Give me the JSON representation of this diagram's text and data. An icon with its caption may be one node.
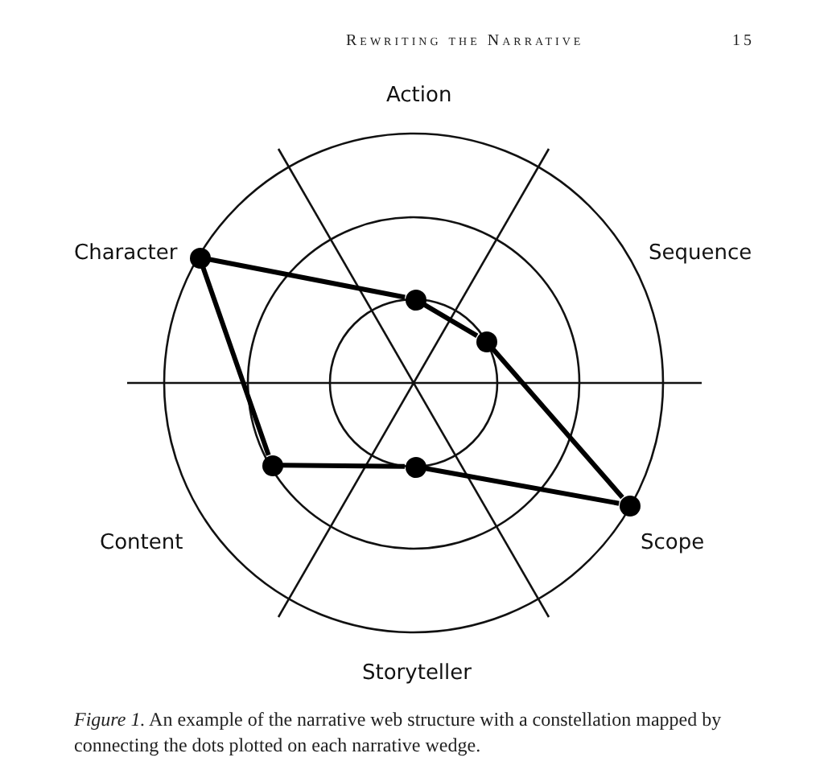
{
  "diagram": {
    "caption": "*Figure 1.* An example of the narrative web structure with a constellation mapped by connecting the dots plotted on each narrative wedge.",
    "nodes": [
      {
        "text": [],
        "shape": "circle"
      },
      {
        "text": [],
        "shape": "circle"
      },
      {
        "text": [],
        "shape": "circle"
      },
      {
        "text": [],
        "shape": "circle"
      },
      {
        "text": [],
        "shape": "circle"
      },
      {
        "text": [],
        "shape": "circle"
      }
    ],
    "edges": [
      {
        "from": 0,
        "to": 1,
        "arrow": "none"
      },
      {
        "from": 1,
        "to": 2,
        "arrow": "none"
      },
      {
        "from": 2,
        "to": 5,
        "arrow": "none"
      },
      {
        "from": 5,
        "to": 4,
        "arrow": "none"
      },
      {
        "from": 4,
        "to": 3,
        "arrow": "none"
      },
      {
        "from": 3,
        "to": 0,
        "arrow": "none"
      }
    ],
    "labels": [
      "Rewriting the Narrative",
      "15",
      "Action",
      "Character",
      "Sequence",
      "Content",
      "Scope",
      "Storyteller"
    ]
  }
}
